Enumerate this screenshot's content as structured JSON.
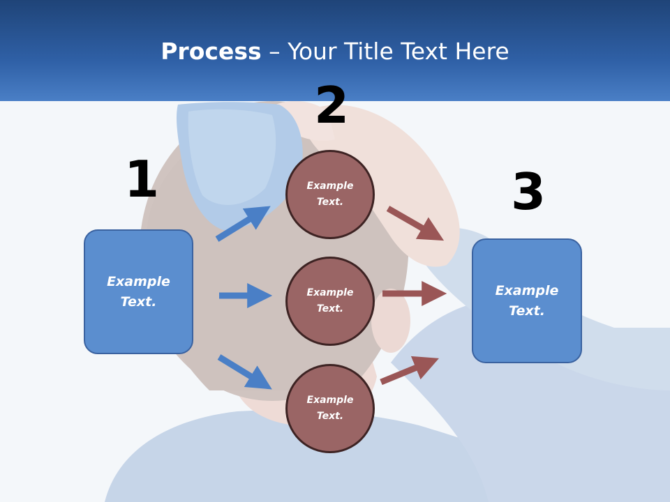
{
  "header": {
    "title_bold": "Process",
    "title_rest": " – Your Title Text Here",
    "background_color": "#2f60a6"
  },
  "steps": {
    "step1": {
      "number": "1",
      "label": "Example\nText."
    },
    "step2": {
      "number": "2",
      "circles": [
        {
          "label": "Example\nText."
        },
        {
          "label": "Example\nText."
        },
        {
          "label": "Example\nText."
        }
      ]
    },
    "step3": {
      "number": "3",
      "label": "Example\nText."
    }
  },
  "colors": {
    "box_fill": "#5b8ecf",
    "circle_fill": "#9a6565",
    "blue_arrow": "#4a7fc6",
    "red_arrow": "#9a5656"
  }
}
